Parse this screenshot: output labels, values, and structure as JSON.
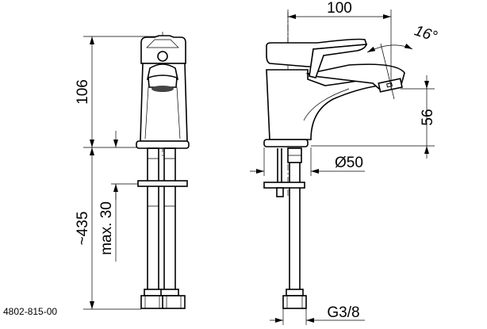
{
  "drawing": {
    "part_number": "4802-815-00",
    "dimensions": {
      "height_total": "106",
      "below_counter": "~435",
      "max_thickness": "max. 30",
      "reach": "100",
      "angle": "16°",
      "spout_height": "56",
      "base_diameter": "Ø50",
      "connection_thread": "G3/8"
    }
  }
}
